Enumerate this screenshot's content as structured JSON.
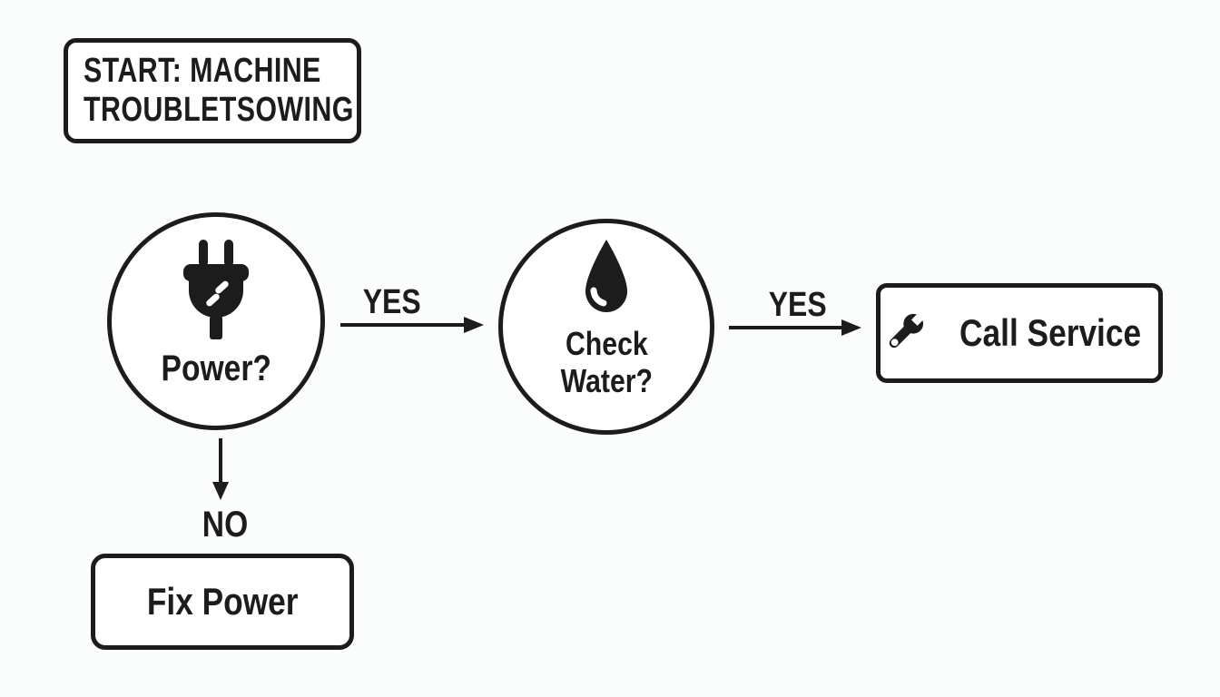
{
  "colors": {
    "background": "#fbfcfc",
    "ink": "#1c1c1c",
    "node_fill": "#ffffff"
  },
  "diagram": {
    "title_node_lines": [
      "START: MACHINE",
      "TROUBLETSOWING"
    ],
    "nodes": {
      "start": {
        "type": "terminator",
        "lines": [
          "START: MACHINE",
          "TROUBLETSOWING"
        ]
      },
      "power": {
        "type": "decision-circle",
        "label": "Power?",
        "icon": "power-plug-icon"
      },
      "water": {
        "type": "decision-circle",
        "lines": [
          "Check",
          "Water?"
        ],
        "icon": "water-drop-icon"
      },
      "service": {
        "type": "action-box",
        "label": "Call Service",
        "icon": "wrench-icon"
      },
      "fix": {
        "type": "action-box",
        "label": "Fix Power"
      }
    },
    "edges": [
      {
        "from": "power",
        "to": "water",
        "label": "YES",
        "direction": "right"
      },
      {
        "from": "water",
        "to": "service",
        "label": "YES",
        "direction": "right"
      },
      {
        "from": "power",
        "to": "fix",
        "label": "NO",
        "direction": "down"
      }
    ]
  }
}
